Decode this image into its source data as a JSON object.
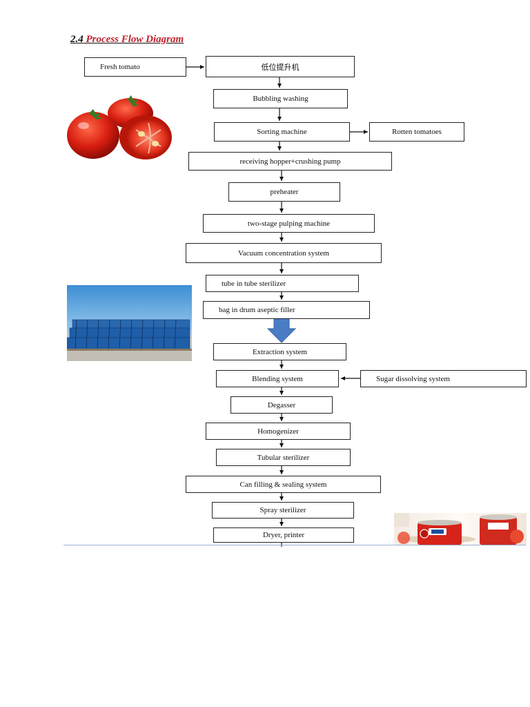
{
  "heading": {
    "number": "2.4",
    "title": "Process Flow  Diagram"
  },
  "steps": {
    "fresh_tomato": "Fresh tomato",
    "low_elevator": "低位提升机",
    "bubbling_washing": "Bubbling washing",
    "sorting_machine": "Sorting machine",
    "rotten_tomatoes": "Rotten tomatoes",
    "receiving_hopper": "receiving hopper+crushing pump",
    "preheater": "preheater",
    "pulping_machine": "two-stage pulping machine",
    "vacuum_concentration": "Vacuum concentration system",
    "tube_sterilizer": "tube in tube sterilizer",
    "aseptic_filler": "bag in drum aseptic filler",
    "extraction": "Extraction system",
    "blending": "Blending system",
    "sugar_dissolving": "Sugar dissolving system",
    "degasser": "Degasser",
    "homogenizer": "Homogenizer",
    "tubular_sterilizer": "Tubular sterilizer",
    "can_filling": "Can filling & sealing system",
    "spray_sterilizer": "Spray sterilizer",
    "dryer_printer": "Dryer, printer"
  },
  "colors": {
    "heading_red": "#c0202a",
    "big_arrow": "#4a7cc4",
    "drum_blue": "#1f5ea8"
  }
}
